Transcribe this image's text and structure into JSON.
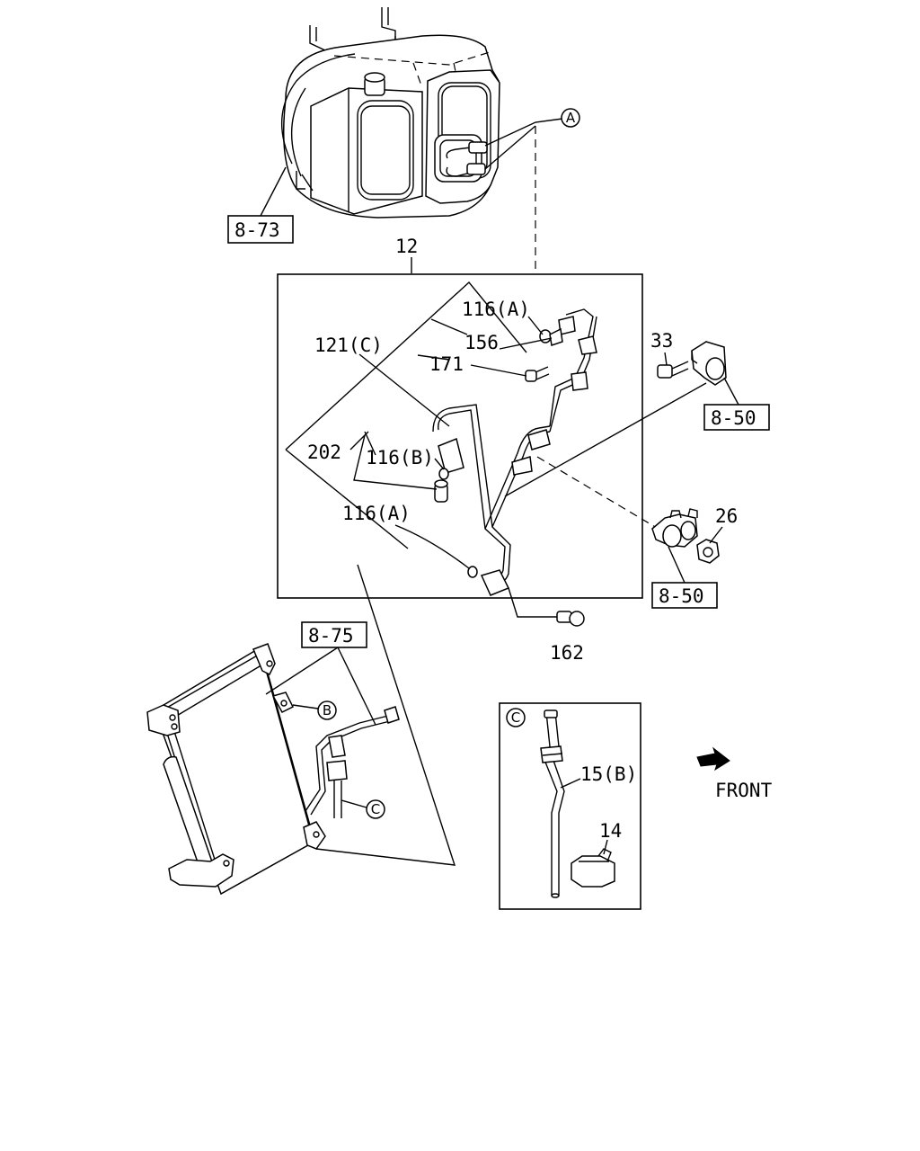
{
  "callouts": {
    "c_8_73": "8-73",
    "c_12": "12",
    "c_116A_top": "116(A)",
    "c_156": "156",
    "c_121C": "121(C)",
    "c_171": "171",
    "c_202": "202",
    "c_116B": "116(B)",
    "c_116A_bottom": "116(A)",
    "c_33": "33",
    "c_8_50_top": "8-50",
    "c_26": "26",
    "c_8_50_bottom": "8-50",
    "c_162": "162",
    "c_8_75": "8-75",
    "c_15B": "15(B)",
    "c_14": "14",
    "front": "FRONT"
  },
  "markers": {
    "A": "A",
    "B": "B",
    "C_detail": "C",
    "C_condenser": "C"
  },
  "icons": {
    "front_arrow": "front-direction-arrow-icon"
  }
}
